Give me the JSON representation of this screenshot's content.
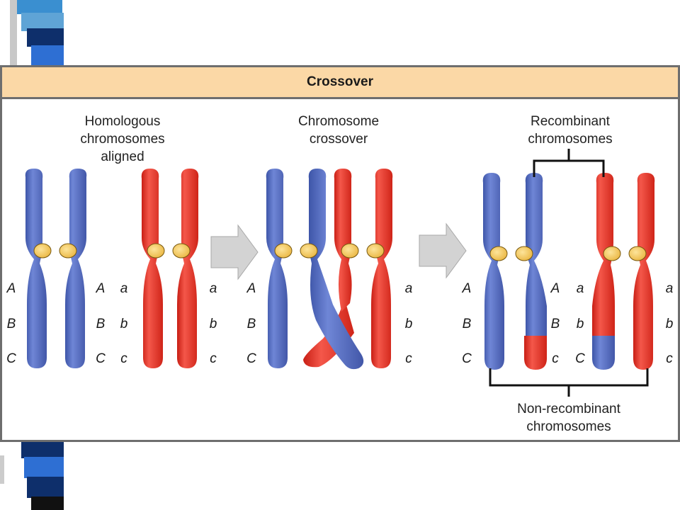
{
  "figure": {
    "title": "Crossover",
    "panel_captions": {
      "aligned": "Homologous\nchromosomes\naligned",
      "crossover": "Chromosome\ncrossover",
      "recombinant": "Recombinant\nchromosomes",
      "non_recombinant": "Non-recombinant\nchromosomes"
    },
    "gene_labels": {
      "upper_A": "A",
      "upper_B": "B",
      "upper_C": "C",
      "lower_a": "a",
      "lower_b": "b",
      "lower_c": "c"
    }
  },
  "colors": {
    "maternal_blue": "#5b72c4",
    "paternal_red": "#e8352a",
    "centromere": "#f5c454",
    "arrow_gray": "#d3d3d3",
    "title_band": "#fbd8a6",
    "slide_bar_light": "#5fa4d6",
    "slide_bar_dark": "#0e2f6b"
  }
}
